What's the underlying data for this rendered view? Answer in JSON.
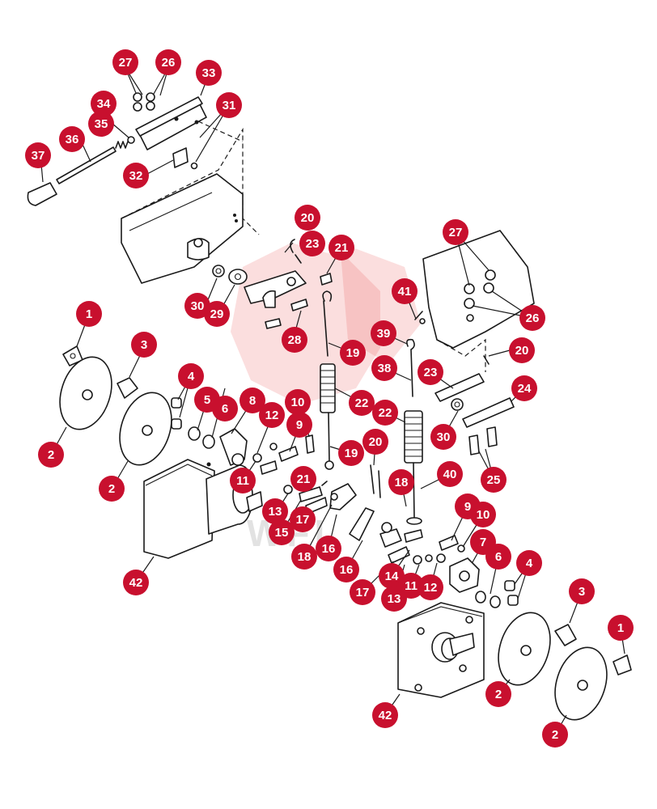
{
  "watermark_text": "WFI",
  "badge_color": "#c8102e",
  "callouts": [
    {
      "id": "c27a",
      "label": "27"
    },
    {
      "id": "c26a",
      "label": "26"
    },
    {
      "id": "c33",
      "label": "33"
    },
    {
      "id": "c34",
      "label": "34"
    },
    {
      "id": "c35",
      "label": "35"
    },
    {
      "id": "c31",
      "label": "31"
    },
    {
      "id": "c36",
      "label": "36"
    },
    {
      "id": "c37",
      "label": "37"
    },
    {
      "id": "c32",
      "label": "32"
    },
    {
      "id": "c20a",
      "label": "20"
    },
    {
      "id": "c23a",
      "label": "23"
    },
    {
      "id": "c21a",
      "label": "21"
    },
    {
      "id": "c30a",
      "label": "30"
    },
    {
      "id": "c29",
      "label": "29"
    },
    {
      "id": "c28",
      "label": "28"
    },
    {
      "id": "c27b",
      "label": "27"
    },
    {
      "id": "c41",
      "label": "41"
    },
    {
      "id": "c26b",
      "label": "26"
    },
    {
      "id": "c1a",
      "label": "1"
    },
    {
      "id": "c3a",
      "label": "3"
    },
    {
      "id": "c19a",
      "label": "19"
    },
    {
      "id": "c39",
      "label": "39"
    },
    {
      "id": "c20b",
      "label": "20"
    },
    {
      "id": "c38",
      "label": "38"
    },
    {
      "id": "c23b",
      "label": "23"
    },
    {
      "id": "c4a",
      "label": "4"
    },
    {
      "id": "c5a",
      "label": "5"
    },
    {
      "id": "c6a",
      "label": "6"
    },
    {
      "id": "c8",
      "label": "8"
    },
    {
      "id": "c10a",
      "label": "10"
    },
    {
      "id": "c22a",
      "label": "22"
    },
    {
      "id": "c22b",
      "label": "22"
    },
    {
      "id": "c24",
      "label": "24"
    },
    {
      "id": "c2a",
      "label": "2"
    },
    {
      "id": "c12a",
      "label": "12"
    },
    {
      "id": "c9a",
      "label": "9"
    },
    {
      "id": "c19b",
      "label": "19"
    },
    {
      "id": "c20c",
      "label": "20"
    },
    {
      "id": "c30b",
      "label": "30"
    },
    {
      "id": "c2b",
      "label": "2"
    },
    {
      "id": "c11a",
      "label": "11"
    },
    {
      "id": "c21b",
      "label": "21"
    },
    {
      "id": "c18a",
      "label": "18"
    },
    {
      "id": "c40",
      "label": "40"
    },
    {
      "id": "c25",
      "label": "25"
    },
    {
      "id": "c13a",
      "label": "13"
    },
    {
      "id": "c17a",
      "label": "17"
    },
    {
      "id": "c15",
      "label": "15"
    },
    {
      "id": "c9b",
      "label": "9"
    },
    {
      "id": "c10b",
      "label": "10"
    },
    {
      "id": "c18b",
      "label": "18"
    },
    {
      "id": "c16a",
      "label": "16"
    },
    {
      "id": "c7",
      "label": "7"
    },
    {
      "id": "c6b",
      "label": "6"
    },
    {
      "id": "c4b",
      "label": "4"
    },
    {
      "id": "c16b",
      "label": "16"
    },
    {
      "id": "c14",
      "label": "14"
    },
    {
      "id": "c11b",
      "label": "11"
    },
    {
      "id": "c12b",
      "label": "12"
    },
    {
      "id": "c17b",
      "label": "17"
    },
    {
      "id": "c13b",
      "label": "13"
    },
    {
      "id": "c42a",
      "label": "42"
    },
    {
      "id": "c3b",
      "label": "3"
    },
    {
      "id": "c1b",
      "label": "1"
    },
    {
      "id": "c2c",
      "label": "2"
    },
    {
      "id": "c42b",
      "label": "42"
    },
    {
      "id": "c2d",
      "label": "2"
    }
  ]
}
